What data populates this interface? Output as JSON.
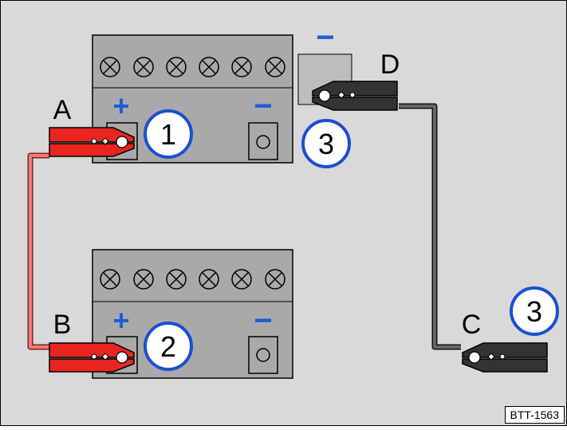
{
  "colors": {
    "background": "#d9d9d9",
    "battery_fill": "#a9a9a9",
    "positive_clamp": "#e8251f",
    "positive_cable": "#f07a7a",
    "negative_clamp": "#333333",
    "negative_cable": "#666666",
    "polarity_sign": "#1a5fd6",
    "step_circle_ring": "#1a4fd0"
  },
  "icons": {
    "cell_cap": "circle-cross-icon",
    "terminal": "battery-terminal-icon",
    "clamp": "jumper-clamp-icon"
  },
  "batteries": [
    {
      "positive_sign": "+",
      "negative_sign": "−",
      "cell_caps": 6
    },
    {
      "positive_sign": "+",
      "negative_sign": "−",
      "cell_caps": 6
    }
  ],
  "ground_point": {
    "sign": "−"
  },
  "clamps": [
    {
      "letter": "A"
    },
    {
      "letter": "B"
    },
    {
      "letter": "C"
    },
    {
      "letter": "D"
    }
  ],
  "steps": [
    {
      "number": "1"
    },
    {
      "number": "2"
    },
    {
      "number": "3"
    },
    {
      "number": "3"
    }
  ],
  "reference": "BTT-1563"
}
